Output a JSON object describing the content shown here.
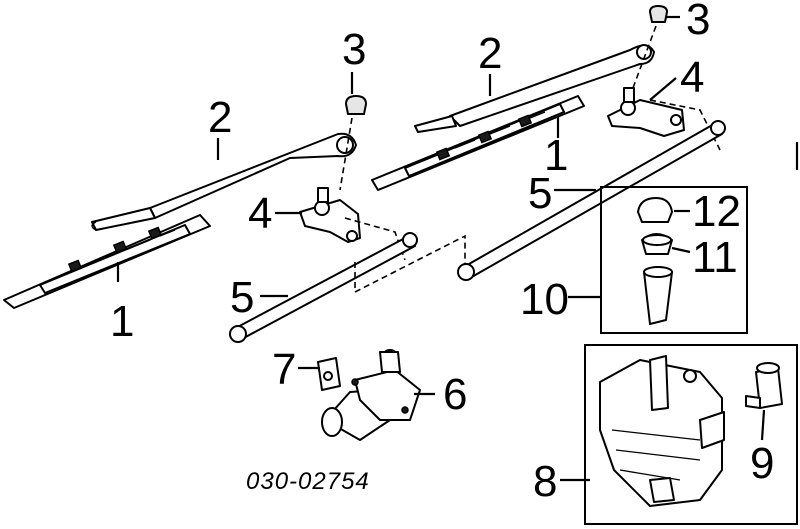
{
  "diagram": {
    "drawing_code": "030-02754",
    "callouts": {
      "blade_left": "1",
      "blade_right": "1",
      "arm_left": "2",
      "arm_right": "2",
      "cap_left": "3",
      "cap_right": "3",
      "pivot_left": "4",
      "pivot_right": "4",
      "link_left": "5",
      "link_right": "5",
      "motor": "6",
      "clip": "7",
      "reservoir": "8",
      "pump": "9",
      "filler_assembly": "10",
      "filler_neck": "11",
      "filler_cap": "12"
    }
  }
}
